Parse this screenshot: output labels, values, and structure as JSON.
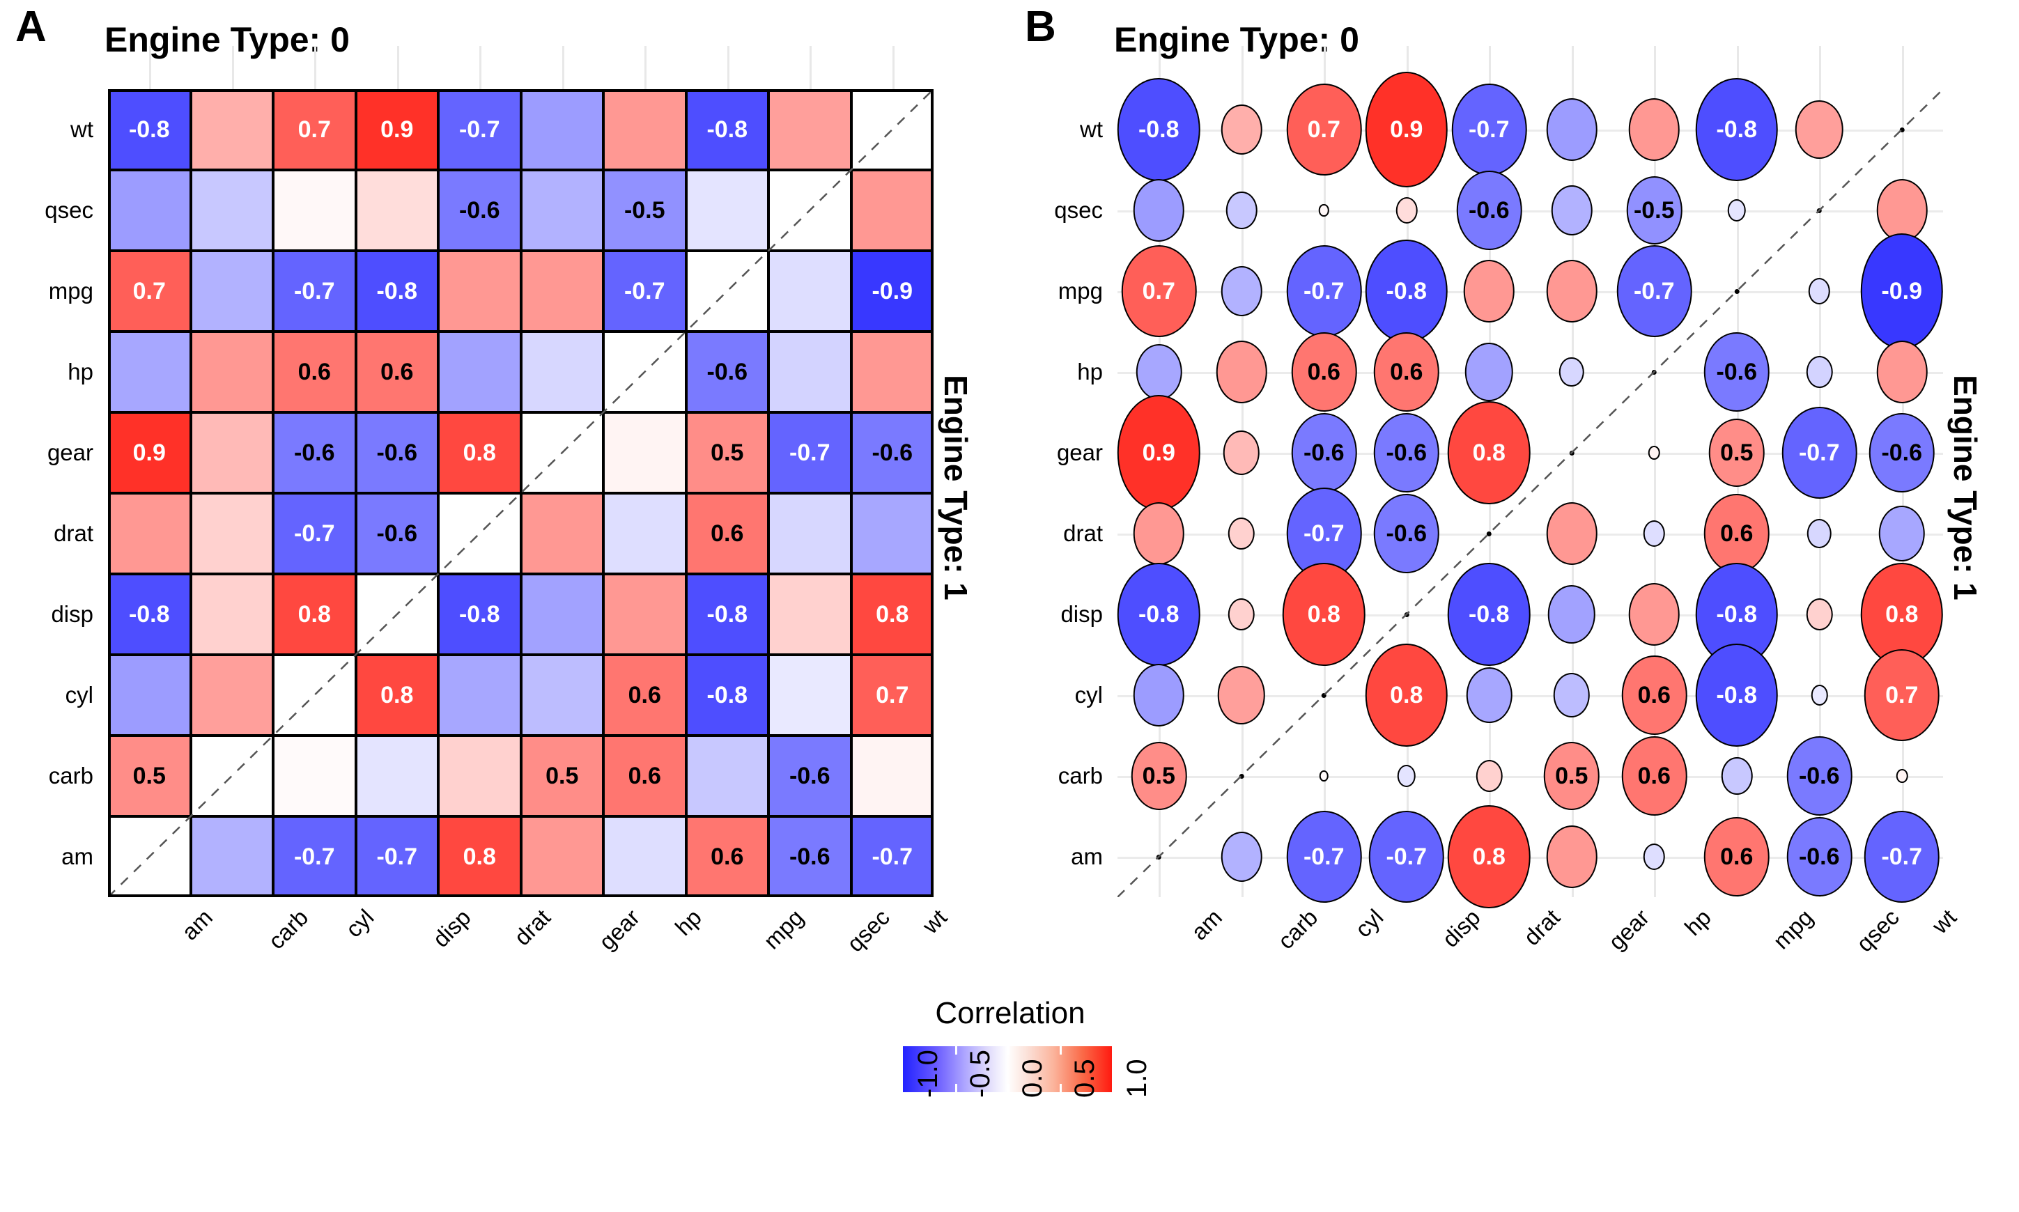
{
  "panels": [
    {
      "tag": "A",
      "facet_title": "Engine Type: 0",
      "side_title": "Engine Type: 1",
      "style": "heatmap"
    },
    {
      "tag": "B",
      "facet_title": "Engine Type: 0",
      "side_title": "Engine Type: 1",
      "style": "bubble"
    }
  ],
  "legend": {
    "title": "Correlation",
    "ticks": [
      "-1.0",
      "-0.5",
      "0.0",
      "0.5",
      "1.0"
    ],
    "tick_values": [
      -1.0,
      -0.5,
      0.0,
      0.5,
      1.0
    ],
    "low_color": "#2222ff",
    "mid_color": "#ffffff",
    "high_color": "#ff1a10"
  },
  "chart_data": {
    "type": "heatmap",
    "title": "Engine Type: 0",
    "subtitle": "Engine Type: 1",
    "xlabel": "",
    "ylabel": "",
    "legend_title": "Correlation",
    "legend_position": "bottom",
    "grid": true,
    "zlim": [
      -1.0,
      1.0
    ],
    "label_threshold": 0.5,
    "xtick_labels": [
      "am",
      "carb",
      "cyl",
      "disp",
      "drat",
      "gear",
      "hp",
      "mpg",
      "qsec",
      "wt"
    ],
    "ytick_labels": [
      "wt",
      "qsec",
      "mpg",
      "hp",
      "gear",
      "drat",
      "disp",
      "cyl",
      "carb",
      "am"
    ],
    "columns": [
      "am",
      "carb",
      "cyl",
      "disp",
      "drat",
      "gear",
      "hp",
      "mpg",
      "qsec",
      "wt"
    ],
    "rows": [
      "wt",
      "qsec",
      "mpg",
      "hp",
      "gear",
      "drat",
      "disp",
      "cyl",
      "carb",
      "am"
    ],
    "diagonal_blank": true,
    "diagonal_note": "anti-diagonal cells are blank and carry a dashed reference line",
    "values": [
      [
        -0.8,
        0.35,
        0.7,
        0.9,
        -0.7,
        -0.45,
        0.45,
        -0.8,
        0.42,
        null
      ],
      [
        -0.45,
        -0.25,
        0.03,
        0.15,
        -0.6,
        -0.35,
        -0.5,
        -0.12,
        null,
        0.45
      ],
      [
        0.7,
        -0.35,
        -0.7,
        -0.8,
        0.45,
        0.45,
        -0.7,
        null,
        -0.15,
        -0.9
      ],
      [
        -0.4,
        0.45,
        0.6,
        0.6,
        -0.42,
        -0.18,
        null,
        -0.6,
        -0.2,
        0.45
      ],
      [
        0.9,
        0.3,
        -0.6,
        -0.6,
        0.8,
        null,
        0.05,
        0.5,
        -0.7,
        -0.6
      ],
      [
        0.45,
        0.2,
        -0.7,
        -0.6,
        null,
        0.45,
        -0.15,
        0.6,
        -0.18,
        -0.4
      ],
      [
        -0.8,
        0.2,
        0.8,
        null,
        -0.8,
        -0.42,
        0.45,
        -0.8,
        0.2,
        0.8
      ],
      [
        -0.45,
        0.42,
        null,
        0.8,
        -0.4,
        -0.3,
        0.6,
        -0.8,
        -0.1,
        0.7
      ],
      [
        0.5,
        null,
        0.02,
        -0.12,
        0.2,
        0.5,
        0.6,
        -0.25,
        -0.6,
        0.05
      ],
      [
        null,
        -0.35,
        -0.7,
        -0.7,
        0.8,
        0.45,
        -0.15,
        0.6,
        -0.6,
        -0.7
      ]
    ],
    "labels": [
      [
        "-0.8",
        "",
        "0.7",
        "0.9",
        "-0.7",
        "",
        "",
        "-0.8",
        "",
        ""
      ],
      [
        "",
        "",
        "",
        "",
        "-0.6",
        "",
        "-0.5",
        "",
        "",
        ""
      ],
      [
        "0.7",
        "",
        "-0.7",
        "-0.8",
        "",
        "",
        "-0.7",
        "",
        "",
        "-0.9"
      ],
      [
        "",
        "",
        "0.6",
        "0.6",
        "",
        "",
        "",
        "-0.6",
        "",
        ""
      ],
      [
        "0.9",
        "",
        "-0.6",
        "-0.6",
        "0.8",
        "",
        "",
        "0.5",
        "-0.7",
        "-0.6"
      ],
      [
        "",
        "",
        "-0.7",
        "-0.6",
        "",
        "",
        "",
        "0.6",
        "",
        ""
      ],
      [
        "-0.8",
        "",
        "0.8",
        "",
        "-0.8",
        "",
        "",
        "-0.8",
        "",
        "0.8"
      ],
      [
        "",
        "",
        "",
        "0.8",
        "",
        "",
        "0.6",
        "-0.8",
        "",
        "0.7"
      ],
      [
        "0.5",
        "",
        "",
        "",
        "",
        "0.5",
        "0.6",
        "",
        "-0.6",
        ""
      ],
      [
        "",
        "",
        "-0.7",
        "-0.7",
        "0.8",
        "",
        "",
        "0.6",
        "-0.6",
        "-0.7"
      ]
    ]
  }
}
